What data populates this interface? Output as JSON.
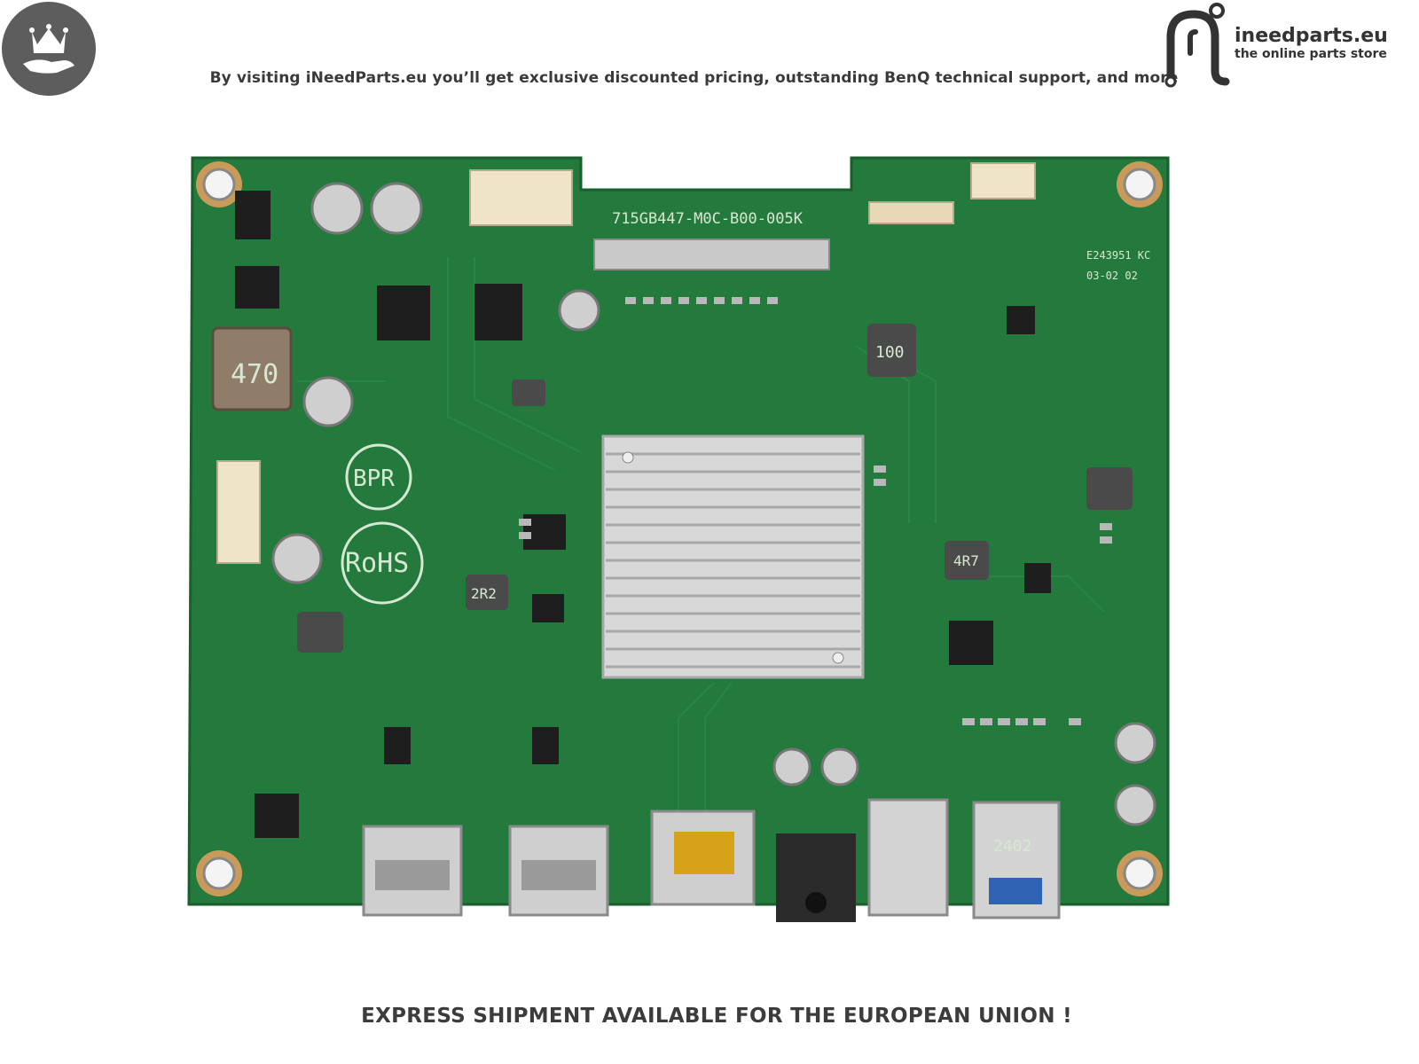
{
  "header": {
    "tagline": "By visiting iNeedParts.eu you’ll get exclusive discounted pricing, outstanding BenQ technical support, and more"
  },
  "logo": {
    "icon": "crown-hand-icon",
    "brand_icon": "n-plug-icon",
    "name": "ineedparts.eu",
    "subtitle": "the online parts store"
  },
  "board": {
    "part_number": "715GB447-M0C-B00-005K",
    "marking_bpr": "BPR",
    "marking_rohs": "RoHS",
    "inductor_470": "470",
    "inductor_100": "100",
    "inductor_2r2": "2R2",
    "inductor_4r7": "4R7",
    "usb_label": "2402",
    "cert_line1": "E243951 KC",
    "cert_line2": "03-02 02",
    "colors": {
      "pcb": "#237a3c",
      "pcb_dark": "#1b6631",
      "silk": "#d7e8d2",
      "heatsink": "#d8d8d8"
    }
  },
  "footer": {
    "text": "EXPRESS SHIPMENT AVAILABLE FOR THE EUROPEAN UNION !"
  }
}
